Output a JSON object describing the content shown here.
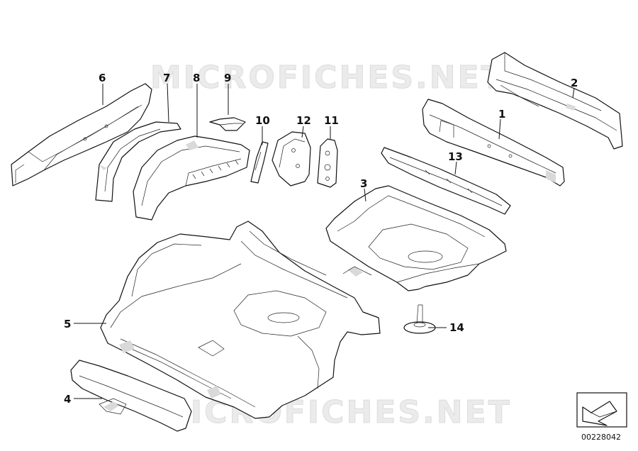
{
  "watermark": {
    "top": "MICROFICHES.NET",
    "bottom": "MICROFICHES.NET"
  },
  "callouts": {
    "c1": "1",
    "c2": "2",
    "c3": "3",
    "c4": "4",
    "c5": "5",
    "c6": "6",
    "c7": "7",
    "c8": "8",
    "c9": "9",
    "c10": "10",
    "c11": "11",
    "c12": "12",
    "c13": "13",
    "c14": "14"
  },
  "diagram_code": "00228042",
  "icon": "direction-arrow-icon"
}
